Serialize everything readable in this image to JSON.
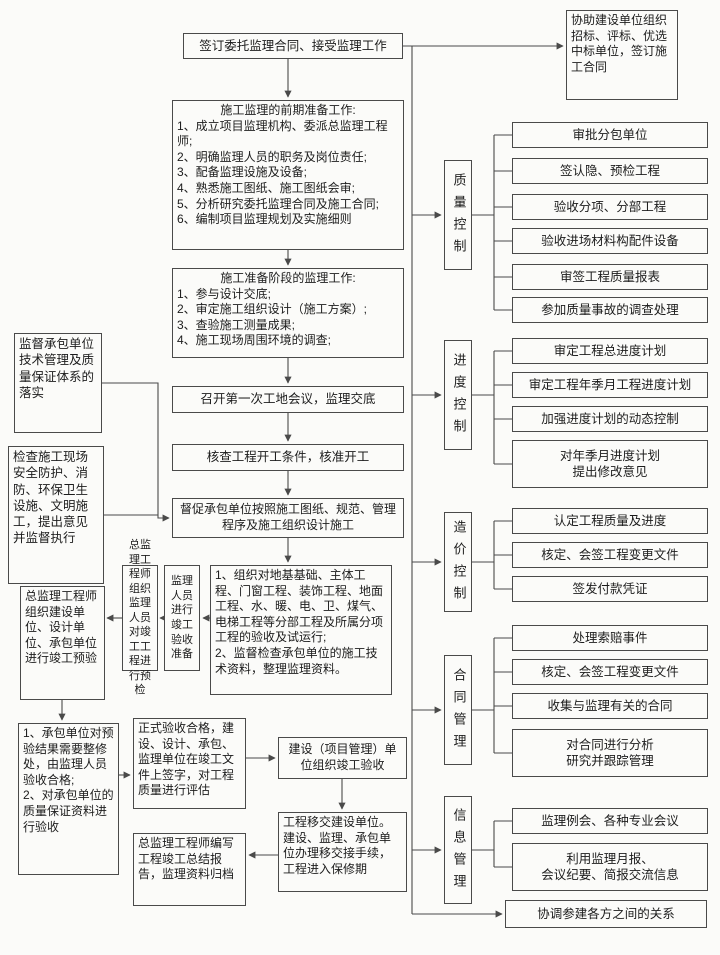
{
  "theme": {
    "line": "#4a4a4a",
    "text": "#1c1c1c",
    "bg": "#fbfbf9"
  },
  "flow": {
    "sign_contract": "签订委托监理合同、接受监理工作",
    "assist": "协助建设单位组织招标、评标、优选中标单位，签订施工合同",
    "prep_title": "施工监理的前期准备工作:",
    "prep_items": [
      "1、成立项目监理机构、委派总监理工程师;",
      "2、明确监理人员的职务及岗位责任;",
      "3、配备监理设施及设备;",
      "4、熟悉施工图纸、施工图纸会审;",
      "5、分析研究委托监理合同及施工合同;",
      "6、编制项目监理规划及实施细则"
    ],
    "ready_title": "施工准备阶段的监理工作:",
    "ready_items": [
      "1、参与设计交底;",
      "2、审定施工组织设计（施工方案）;",
      "3、查验施工测量成果;",
      "4、施工现场周围环境的调查;"
    ],
    "first_meeting": "召开第一次工地会议，监理交底",
    "check_start": "核查工程开工条件，核准开工",
    "supervise": "督促承包单位按照施工图纸、规范、管理程序及施工组织设计施工",
    "organize_items": [
      "1、组织对地基基础、主体工程、门窗工程、装饰工程、地面工程、水、暖、电、卫、煤气、电梯工程等分部工程及所属分项工程的验收及试运行;",
      "2、监督检查承包单位的施工技术资料，整理监理资料。"
    ]
  },
  "left": {
    "tech": "监督承包单位技术管理及质量保证体系的落实",
    "safety": "检查施工现场安全防护、消防、环保卫生设施、文明施工，提出意见并监督执行",
    "acceptance_prep": "监理人员进行竣工验收准备",
    "precheck": "总监理工程师组织监理人员对竣工工程进行预检",
    "pre_acceptance": "总监理工程师组织建设单位、设计单位、承包单位进行竣工预验",
    "repair_items": [
      "1、承包单位对预验结果需要整修处，由监理人员验收合格;",
      "2、对承包单位的质量保证资料进行验收"
    ],
    "formal": "正式验收合格，建设、设计、承包、监理单位在竣工文件上签字，对工程质量进行评估",
    "completion": "建设（项目管理）单位组织竣工验收",
    "transfer": "工程移交建设单位。建设、监理、承包单位办理移交接手续，工程进入保修期",
    "archive": "总监理工程师编写工程竣工总结报告，监理资料归档"
  },
  "controls": {
    "quality": {
      "label": "质量控制",
      "items": [
        "审批分包单位",
        "签认隐、预检工程",
        "验收分项、分部工程",
        "验收进场材料构配件设备",
        "审签工程质量报表",
        "参加质量事故的调查处理"
      ]
    },
    "progress": {
      "label": "进度控制",
      "items": [
        "审定工程总进度计划",
        "审定工程年季月工程进度计划",
        "加强进度计划的动态控制",
        "对年季月进度计划\n提出修改意见"
      ]
    },
    "cost": {
      "label": "造价控制",
      "items": [
        "认定工程质量及进度",
        "核定、会签工程变更文件",
        "签发付款凭证"
      ]
    },
    "contract": {
      "label": "合同管理",
      "items": [
        "处理索赔事件",
        "核定、会签工程变更文件",
        "收集与监理有关的合同",
        "对合同进行分析\n研究并跟踪管理"
      ]
    },
    "info": {
      "label": "信息管理",
      "items": [
        "监理例会、各种专业会议",
        "利用监理月报、\n会议纪要、简报交流信息"
      ]
    }
  },
  "coordinate": "协调参建各方之间的关系"
}
